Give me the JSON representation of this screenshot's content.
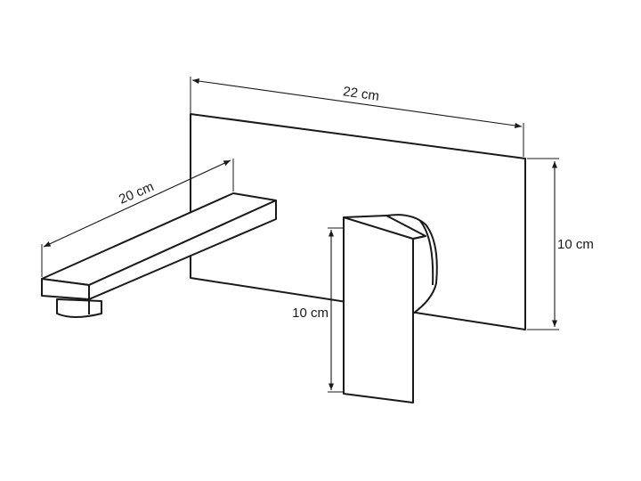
{
  "dimensions": {
    "plate_width": "22 cm",
    "plate_height": "10 cm",
    "spout_length": "20 cm",
    "handle_height": "10 cm"
  },
  "colors": {
    "line": "#1a1a1a",
    "background": "#ffffff"
  }
}
